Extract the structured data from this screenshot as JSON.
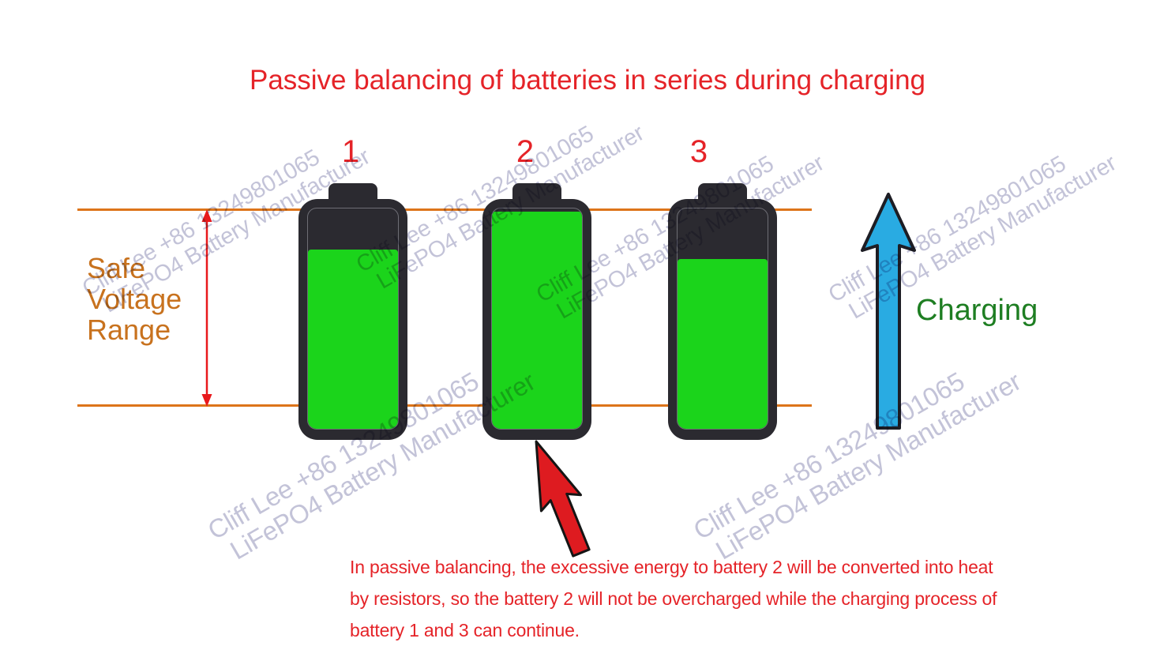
{
  "title": "Passive balancing of batteries in series during charging",
  "diagram": {
    "batteries": [
      {
        "label": "1",
        "fill_percent": 81.5
      },
      {
        "label": "2",
        "fill_percent": 98.5
      },
      {
        "label": "3",
        "fill_percent": 77
      }
    ],
    "safe_range": {
      "lines": [
        "Safe",
        "Voltage",
        "Range"
      ]
    },
    "charging_label": "Charging"
  },
  "caption": {
    "lines": [
      "In passive balancing, the excessive energy to battery 2 will be converted into heat",
      "by resistors, so the battery 2 will not be overcharged while the charging process of",
      "battery 1 and 3 can continue."
    ]
  },
  "watermark": {
    "line1": "Cliff Lee +86 13249801065",
    "line2": "LiFePO4 Battery Manufacturer"
  },
  "colors": {
    "title_red": "#e52328",
    "label_orange": "#c8721e",
    "line_orange": "#dd741a",
    "fill_green": "#1bd41b",
    "battery_body": "#2b2a30",
    "charging_green": "#1e7e22",
    "arrow_blue": "#29abe2",
    "pointer_red": "#de1b20",
    "dimension_red": "#e8191c",
    "watermark_gray": "#c3c3d8"
  }
}
